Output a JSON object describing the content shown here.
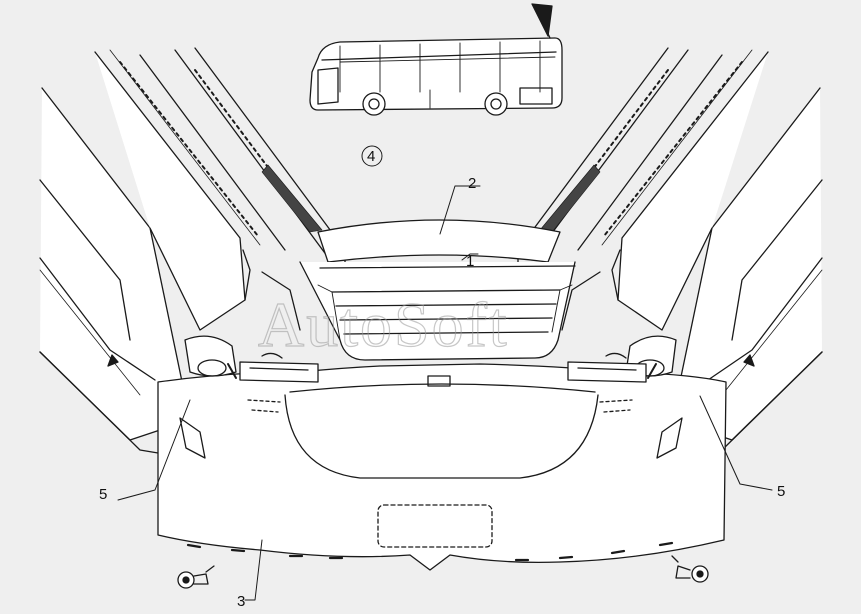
{
  "watermark": "AutoSoft",
  "view_marker": "4",
  "callouts": [
    {
      "label": "1"
    },
    {
      "label": "2"
    },
    {
      "label": "3"
    },
    {
      "label": "5"
    },
    {
      "label": "5"
    }
  ],
  "colors": {
    "background": "#efefef",
    "line": "#1a1a1a",
    "panel": "#ffffff",
    "watermark": "#9a9a9a"
  }
}
